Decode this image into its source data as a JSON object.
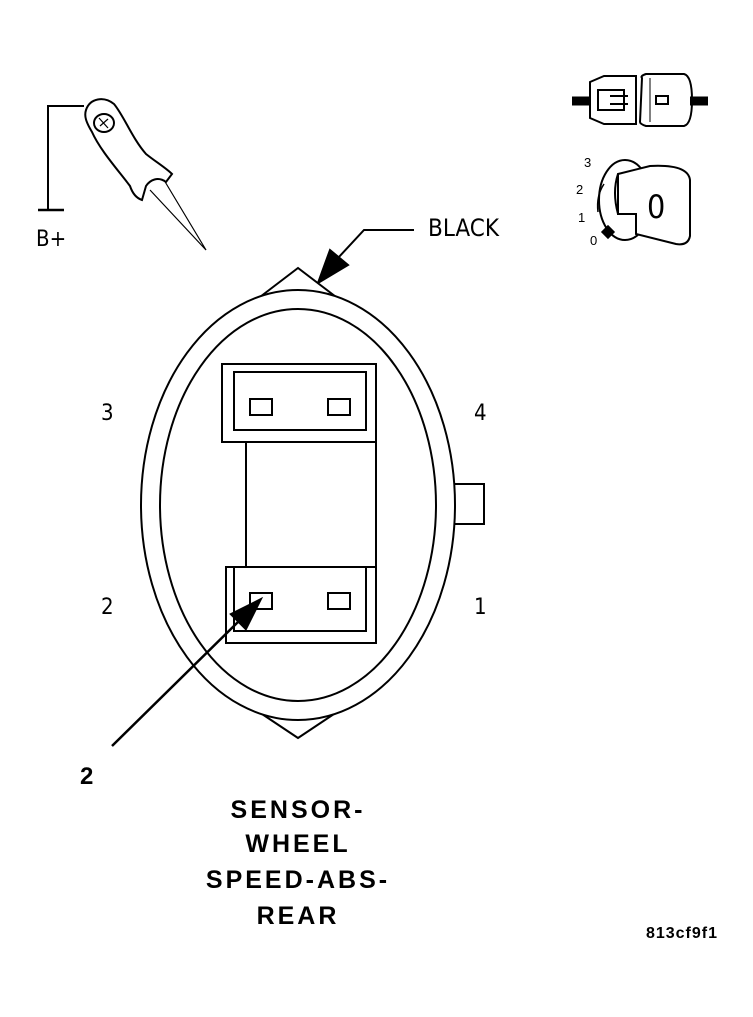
{
  "labels": {
    "power": "B+",
    "wire_color": "BLACK",
    "pin_3": "3",
    "pin_4": "4",
    "pin_2": "2",
    "pin_1": "1",
    "callout": "2",
    "title_line_1": "SENSOR-",
    "title_line_2": "WHEEL",
    "title_line_3": "SPEED-ABS-",
    "title_line_4": "REAR",
    "figure_id": "813cf9f1"
  },
  "switch_icon": {
    "positions": [
      "3",
      "2",
      "1",
      "0"
    ],
    "knob_label": "0"
  },
  "icons": [
    "test-probe-icon",
    "connector-pair-icon",
    "ignition-switch-icon"
  ]
}
